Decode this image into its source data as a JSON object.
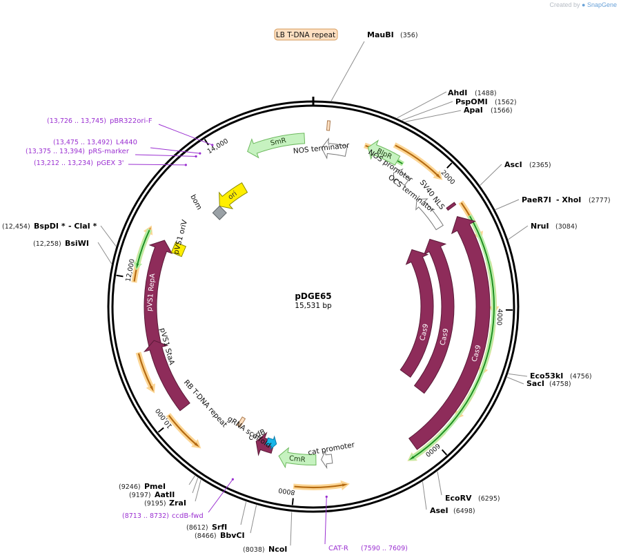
{
  "credit": {
    "prefix": "Created by",
    "brand": "SnapGene"
  },
  "plasmid": {
    "name": "pDGE65",
    "length": "15,531 bp"
  },
  "colors": {
    "cds": "#8e2c5a",
    "primer": "#9a2fd1",
    "origin": "#ffee00",
    "marker": "#c6f2c0",
    "promoter": "#ffffff",
    "orange": "#f5a623",
    "green": "#2bb52b",
    "ccdB": "#18b5e8",
    "bom": "#9aa1a6"
  },
  "tick_labels": [
    "2000",
    "4000",
    "6000",
    "8000",
    "10,000",
    "12,000",
    "14,000"
  ],
  "sites": [
    {
      "name": "MauBI",
      "pos": "(356)"
    },
    {
      "name": "AhdI",
      "pos": "(1488)"
    },
    {
      "name": "PspOMI",
      "pos": "(1562)"
    },
    {
      "name": "ApaI",
      "pos": "(1566)"
    },
    {
      "name": "AscI",
      "pos": "(2365)"
    },
    {
      "name": "PaeR7I",
      "extra": "- XhoI",
      "pos": "(2777)"
    },
    {
      "name": "NruI",
      "pos": "(3084)"
    },
    {
      "name": "Eco53kI",
      "pos": "(4756)"
    },
    {
      "name": "SacI",
      "pos": "(4758)"
    },
    {
      "name": "EcoRV",
      "pos": "(6295)"
    },
    {
      "name": "AseI",
      "pos": "(6498)"
    },
    {
      "name": "NcoI",
      "pos": "(8038)"
    },
    {
      "name": "BbvCI",
      "pos": "(8466)"
    },
    {
      "name": "SrfI",
      "pos": "(8612)"
    },
    {
      "name": "ZraI",
      "pos": "(9195)"
    },
    {
      "name": "AatII",
      "pos": "(9197)"
    },
    {
      "name": "PmeI",
      "pos": "(9246)"
    },
    {
      "name": "BsiWI",
      "pos": "(12,258)"
    },
    {
      "name": "BspDI *",
      "extra": "- ClaI *",
      "pos": "(12,454)"
    }
  ],
  "primers": [
    {
      "name": "pBR322ori-F",
      "range": "(13,726 .. 13,745)"
    },
    {
      "name": "L4440",
      "range": "(13,475 .. 13,492)"
    },
    {
      "name": "pRS-marker",
      "range": "(13,375 .. 13,394)"
    },
    {
      "name": "pGEX 3'",
      "range": "(13,212 .. 13,234)"
    },
    {
      "name": "ccdB-fwd",
      "range": "(8713 .. 8732)"
    },
    {
      "name": "CAT-R",
      "range": "(7590 .. 7609)"
    }
  ],
  "features": {
    "lb_repeat": "LB T-DNA repeat",
    "nos_terminator": "NOS terminator",
    "smr": "SmR",
    "ori": "ori",
    "bom": "bom",
    "pvs1_oriv": "pVS1 oriV",
    "pvs1_repa": "pVS1 RepA",
    "pvs1_staa": "pVS1 StaA",
    "rb_repeat": "RB T-DNA repeat",
    "grna_scaffold": "gRNA scaffold",
    "ccdb": "ccdB",
    "cat_promoter": "cat promoter",
    "cmr": "CmR",
    "blpr": "BlpR",
    "nos_promoter": "NOS promoter",
    "ocs_terminator": "OCS terminator",
    "sv40_nls": "SV40 NLS",
    "cas9_a": "Cas9",
    "cas9_b": "Cas9",
    "cas9_c": "Cas9"
  }
}
